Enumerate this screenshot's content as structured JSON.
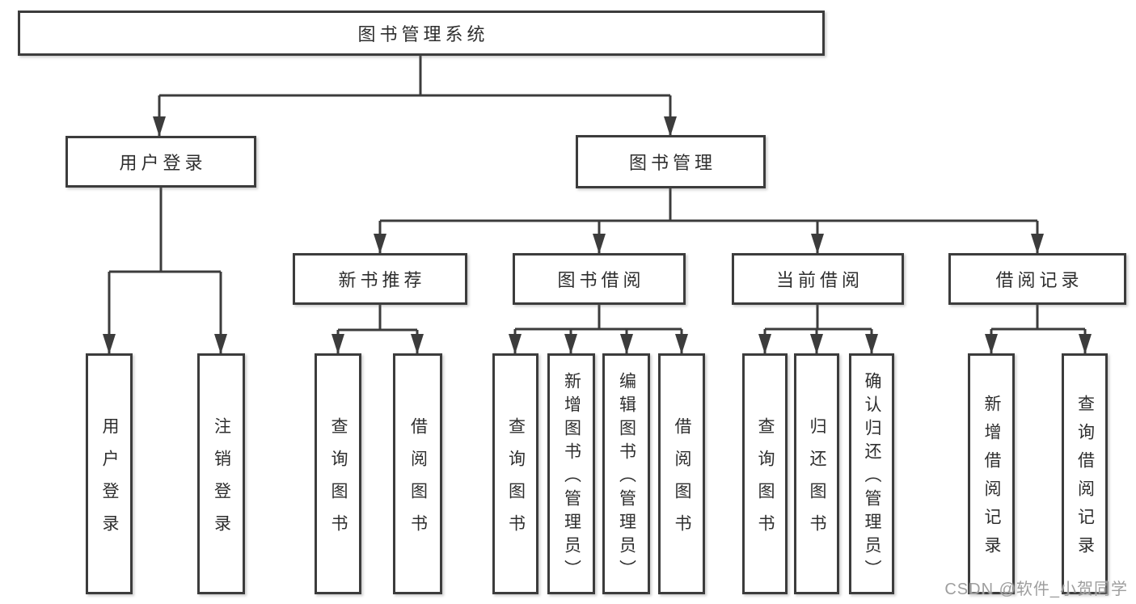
{
  "diagram": {
    "type": "hierarchy-tree",
    "title": "图书管理系统",
    "colors": {
      "line": "#3c3c3c",
      "box_border": "#3c3c3c",
      "box_background": "#ffffff",
      "text": "#2e2e2e",
      "watermark": "#9e9e9e",
      "background": "#ffffff"
    },
    "root": {
      "label": "图书管理系统"
    },
    "level2": [
      {
        "label": "用户登录"
      },
      {
        "label": "图书管理"
      }
    ],
    "level3": [
      {
        "label": "新书推荐"
      },
      {
        "label": "图书借阅"
      },
      {
        "label": "当前借阅"
      },
      {
        "label": "借阅记录"
      }
    ],
    "leaves": {
      "user_login": [
        {
          "label": "用户登录"
        },
        {
          "label": "注销登录"
        }
      ],
      "new_book": [
        {
          "label": "查询图书"
        },
        {
          "label": "借阅图书"
        }
      ],
      "book_borrow": [
        {
          "label": "查询图书"
        },
        {
          "label": "新增图书（管理员）"
        },
        {
          "label": "编辑图书（管理员）"
        },
        {
          "label": "借阅图书"
        }
      ],
      "current_borrow": [
        {
          "label": "查询图书"
        },
        {
          "label": "归还图书"
        },
        {
          "label": "确认归还（管理员）"
        }
      ],
      "records": [
        {
          "label": "新增借阅记录"
        },
        {
          "label": "查询借阅记录"
        }
      ]
    },
    "edges": [
      {
        "from": "图书管理系统",
        "to": "用户登录"
      },
      {
        "from": "图书管理系统",
        "to": "图书管理"
      },
      {
        "from": "用户登录",
        "to": "用户登录(叶)"
      },
      {
        "from": "用户登录",
        "to": "注销登录"
      },
      {
        "from": "图书管理",
        "to": "新书推荐"
      },
      {
        "from": "图书管理",
        "to": "图书借阅"
      },
      {
        "from": "图书管理",
        "to": "当前借阅"
      },
      {
        "from": "图书管理",
        "to": "借阅记录"
      },
      {
        "from": "新书推荐",
        "to": "查询图书"
      },
      {
        "from": "新书推荐",
        "to": "借阅图书"
      },
      {
        "from": "图书借阅",
        "to": "查询图书"
      },
      {
        "from": "图书借阅",
        "to": "新增图书（管理员）"
      },
      {
        "from": "图书借阅",
        "to": "编辑图书（管理员）"
      },
      {
        "from": "图书借阅",
        "to": "借阅图书"
      },
      {
        "from": "当前借阅",
        "to": "查询图书"
      },
      {
        "from": "当前借阅",
        "to": "归还图书"
      },
      {
        "from": "当前借阅",
        "to": "确认归还（管理员）"
      },
      {
        "from": "借阅记录",
        "to": "新增借阅记录"
      },
      {
        "from": "借阅记录",
        "to": "查询借阅记录"
      }
    ],
    "watermark": "CSDN @软件_小贺同学"
  }
}
